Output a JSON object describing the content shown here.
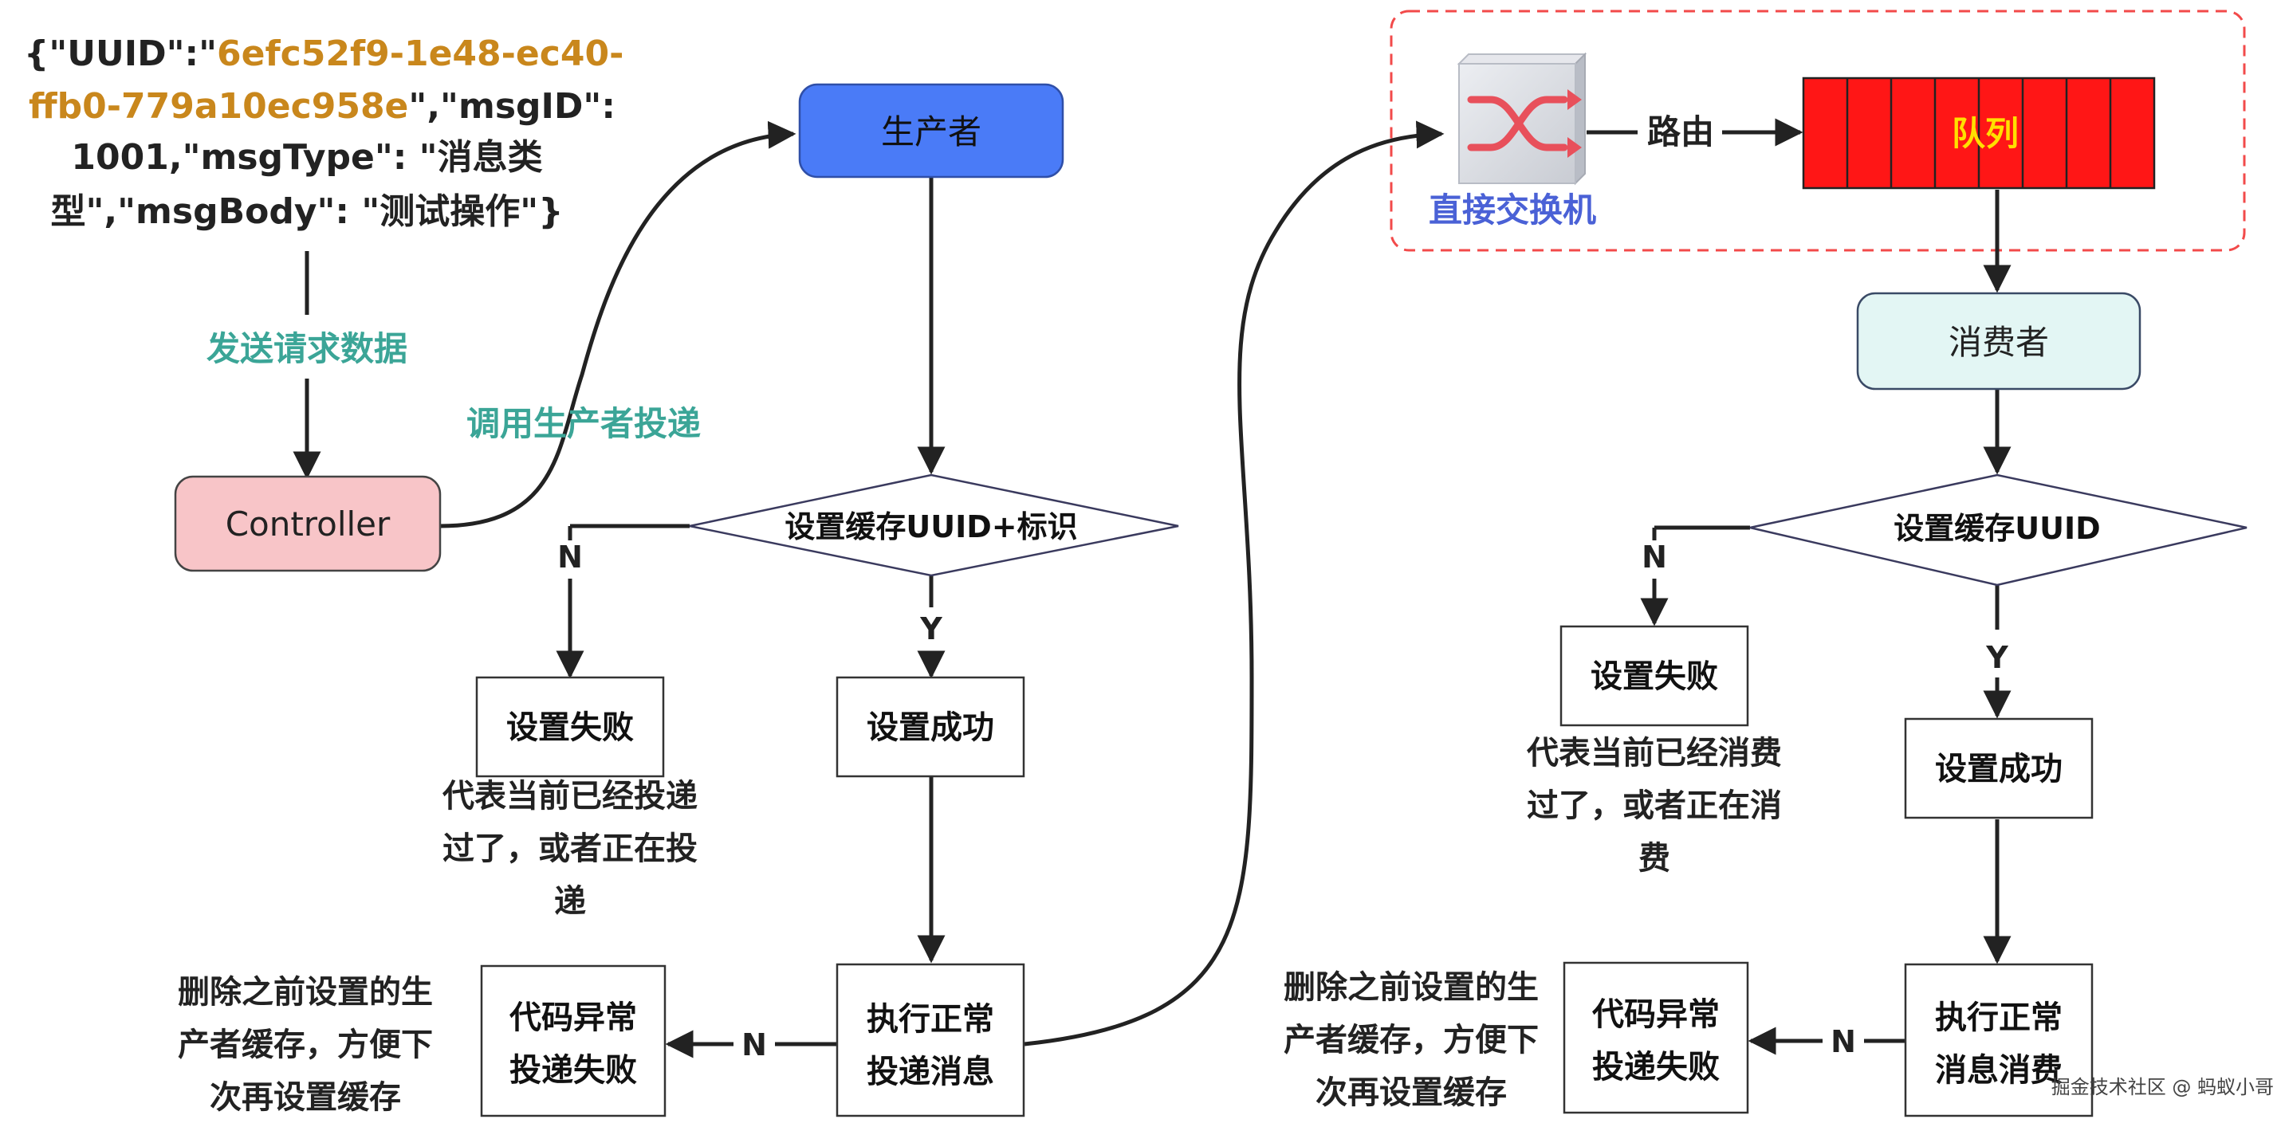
{
  "json_payload": {
    "line1_a": "{\"UUID\":\"",
    "line1_b": "6efc52f9-1e48-ec40-",
    "line2_a": "ffb0-779a10ec958e",
    "line2_b": "\",\"msgID\":",
    "line3": "1001,\"msgType\": \"消息类",
    "line4": "型\",\"msgBody\": \"测试操作\"}"
  },
  "labels": {
    "send_request": "发送请求数据",
    "call_producer": "调用生产者投递",
    "route": "路由",
    "n": "N",
    "y": "Y"
  },
  "nodes": {
    "controller": "Controller",
    "producer": "生产者",
    "set_cache_uuid_flag": "设置缓存UUID+标识",
    "set_fail_left": "设置失败",
    "set_success_left": "设置成功",
    "exec_deliver_1": "执行正常",
    "exec_deliver_2": "投递消息",
    "code_error_1_l1": "代码异常",
    "code_error_1_l2": "投递失败",
    "exchange": "直接交换机",
    "queue": "队列",
    "consumer": "消费者",
    "set_cache_uuid": "设置缓存UUID",
    "set_fail_right": "设置失败",
    "set_success_right": "设置成功",
    "exec_consume_1": "执行正常",
    "exec_consume_2": "消息消费",
    "code_error_2_l1": "代码异常",
    "code_error_2_l2": "投递失败"
  },
  "notes": {
    "delivered_l1": "代表当前已经投递",
    "delivered_l2": "过了，或者正在投",
    "delivered_l3": "递",
    "delete_left_l1": "删除之前设置的生",
    "delete_left_l2": "产者缓存，方便下",
    "delete_left_l3": "次再设置缓存",
    "consumed_l1": "代表当前已经消费",
    "consumed_l2": "过了，或者正在消",
    "consumed_l3": "费",
    "delete_right_l1": "删除之前设置的生",
    "delete_right_l2": "产者缓存，方便下",
    "delete_right_l3": "次再设置缓存"
  },
  "watermark": "掘金技术社区 @ 蚂蚁小哥",
  "colors": {
    "payload_orange": "#C9871C",
    "label_teal": "#3BA597",
    "producer_blue": "#4A7BF7",
    "controller_pink": "#F8C5C8",
    "consumer_mint": "#E3F6F4",
    "queue_red": "#FF1616",
    "queue_text_yellow": "#FFE000",
    "exchange_text_blue": "#4A61D6",
    "dashed_red": "#F24A4A"
  }
}
